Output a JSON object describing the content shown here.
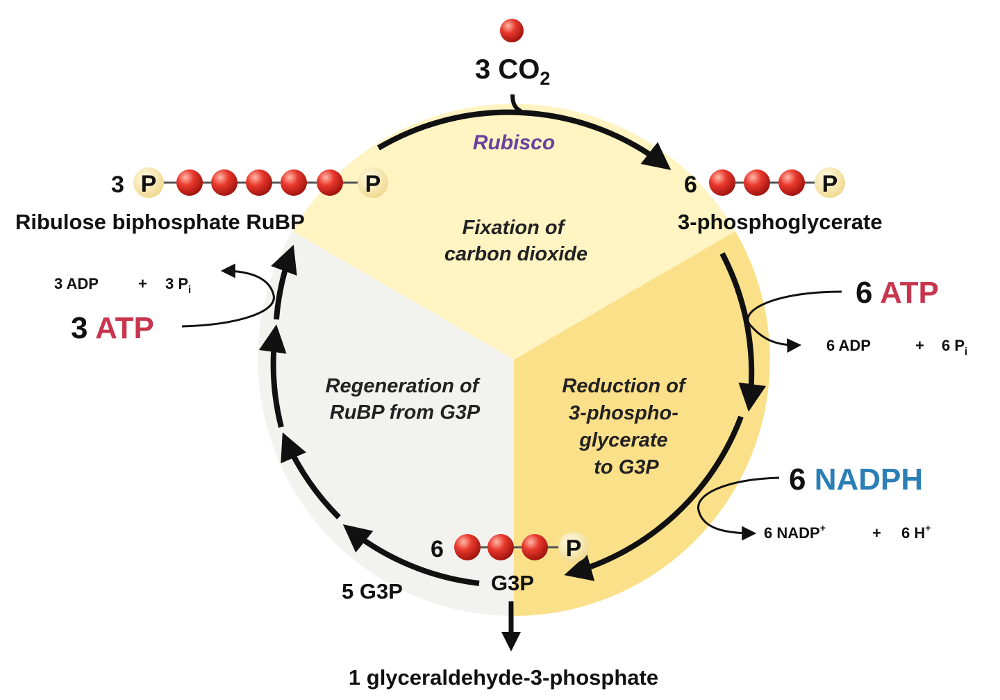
{
  "colors": {
    "fixation": "#FFF4C2",
    "reduction": "#FBE08A",
    "regeneration": "#F2F2EF",
    "carbon": "#E2342A",
    "phosphate": "#F8E8A4",
    "atp": "#C8364E",
    "nadph": "#2B7FB6",
    "enzyme": "#6A3FA0",
    "cycle": "#111111"
  },
  "co2": {
    "coeff": "3",
    "formula": "CO",
    "sub": "2"
  },
  "enzyme": "Rubisco",
  "phases": {
    "fixation": [
      "Fixation of",
      "carbon dioxide"
    ],
    "reduction": [
      "Reduction of",
      "3-phospho-",
      "glycerate",
      "to G3P"
    ],
    "regeneration": [
      "Regeneration of",
      "RuBP from G3P"
    ]
  },
  "molecules": {
    "rubp": {
      "count": "3",
      "phosphate": "P",
      "name": "Ribulose biphosphate RuBP"
    },
    "pga": {
      "count": "6",
      "phosphate": "P",
      "name": "3-phosphoglycerate"
    },
    "g3p": {
      "count": "6",
      "phosphate": "P",
      "name": "G3P"
    }
  },
  "reduction_inputs": {
    "atp": {
      "coeff": "6",
      "name": "ATP",
      "out_adp": "6 ADP",
      "plus": "+",
      "out_pi": "6 P",
      "pi_sub": "i"
    },
    "nadph": {
      "coeff": "6",
      "name": "NADPH",
      "out_nadp": "6 NADP",
      "nadp_sup": "+",
      "plus": "+",
      "out_h": "6 H",
      "h_sup": "+"
    }
  },
  "regeneration_input": {
    "atp": {
      "coeff": "3",
      "name": "ATP",
      "out_adp": "3 ADP",
      "plus": "+",
      "out_pi": "3 P",
      "pi_sub": "i"
    }
  },
  "regeneration_g3p": "5 G3P",
  "output": "1 glyceraldehyde-3-phosphate"
}
